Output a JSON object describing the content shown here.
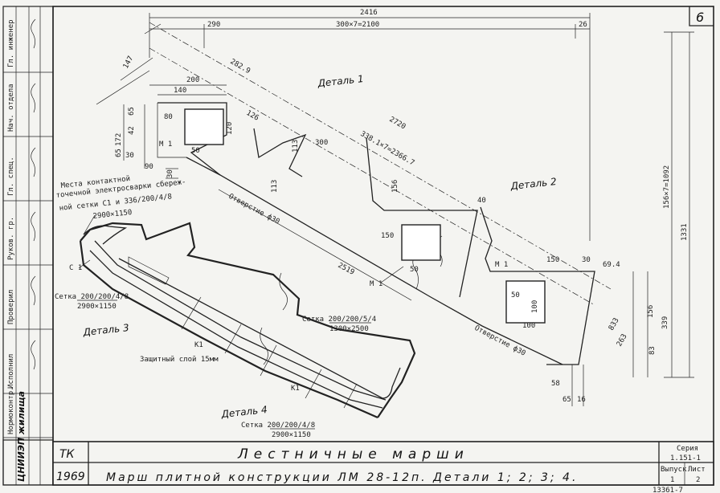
{
  "page_number": "6",
  "footer_number": "13361-7",
  "title_block": {
    "org_code": "ТК",
    "year": "1969",
    "main_title": "Лестничные марши",
    "subtitle": "Марш плитной конструкции ЛМ 28-12п. Детали 1; 2; 3; 4.",
    "series_label": "Серия",
    "series_value": "1.151-1",
    "issue_label": "Выпуск",
    "issue_value": "1",
    "sheet_label": "Лист",
    "sheet_value": "2",
    "stamp_text": "ЦНИИЭП жилища"
  },
  "details": {
    "d1": "Деталь 1",
    "d2": "Деталь 2",
    "d3": "Деталь 3",
    "d4": "Деталь 4"
  },
  "top_dims": {
    "total": "2416",
    "left": "290",
    "steps": "300×7=2100",
    "right": "26"
  },
  "dims": {
    "d140": "140",
    "d200": "200",
    "d80": "80",
    "d50a": "50",
    "d120": "120",
    "d282": "282.9",
    "d147": "147",
    "d172": "172",
    "d42": "42",
    "d65a": "65",
    "d65b": "65",
    "d30a": "30",
    "d30b": "30",
    "d90": "90",
    "d126": "126",
    "d300": "300",
    "d113": "113",
    "d2720": "2720",
    "d338": "338.1×7=2366.7",
    "d156": "156",
    "d150a": "150",
    "d50b": "50",
    "d2519": "2519",
    "d150b": "150",
    "d30c": "30",
    "d69": "69.4",
    "d50c": "50",
    "d100a": "100",
    "d100b": "100",
    "d156b": "156",
    "d339": "339",
    "d263": "263",
    "d833": "833",
    "d83": "83",
    "d58": "58",
    "d65c": "65",
    "d16": "16",
    "d1331": "1331",
    "d4092": "156×7=1092",
    "d40": "40"
  },
  "callouts": {
    "m1a": "М 1",
    "m1b": "М 1",
    "m1c": "М 1",
    "c1": "С 1",
    "k1a": "К1",
    "k1b": "К1",
    "hole1": "Отверстие ф30",
    "hole2": "Отверстие ф30",
    "weld_note_1": "Места контактной",
    "weld_note_2": "точечной электросварки сбереж-",
    "weld_note_3": "ной сетки С1 и 336/200/4/8",
    "weld_note_4": "2900×1150",
    "mesh1_label": "Сетка 200/200/4/8",
    "mesh1_size": "2900×1150",
    "mesh2_label": "Сетка 200/200/5/4",
    "mesh2_size": "1300×2500",
    "mesh3_label": "Сетка 200/200/4/8",
    "mesh3_size": "2900×1150",
    "cover": "Защитный слой 15мм"
  },
  "sign_col": {
    "r1": "Гл. инженер",
    "r2": "Нач. отдела",
    "r3": "Гл. спец.",
    "r4": "Руков. гр.",
    "r5": "Проверил",
    "r6": "Исполнил",
    "r7": "Нормоконтр."
  }
}
